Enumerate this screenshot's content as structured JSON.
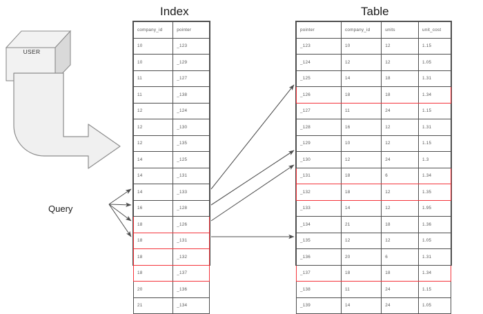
{
  "diagram": {
    "index_title": "Index",
    "table_title": "Table",
    "user_label": "USER",
    "query_label": "Query",
    "highlight_color": "#f4333a",
    "line_color": "#4d4d4d",
    "shape_fill": "#f0f0f0"
  },
  "index": {
    "columns": [
      "company_id",
      "pointer"
    ],
    "rows": [
      {
        "company_id": "10",
        "pointer": "_123",
        "highlight": false
      },
      {
        "company_id": "10",
        "pointer": "_129",
        "highlight": false
      },
      {
        "company_id": "11",
        "pointer": "_127",
        "highlight": false
      },
      {
        "company_id": "11",
        "pointer": "_138",
        "highlight": false
      },
      {
        "company_id": "12",
        "pointer": "_124",
        "highlight": false
      },
      {
        "company_id": "12",
        "pointer": "_130",
        "highlight": false
      },
      {
        "company_id": "12",
        "pointer": "_135",
        "highlight": false
      },
      {
        "company_id": "14",
        "pointer": "_125",
        "highlight": false
      },
      {
        "company_id": "14",
        "pointer": "_131",
        "highlight": false
      },
      {
        "company_id": "14",
        "pointer": "_133",
        "highlight": false
      },
      {
        "company_id": "16",
        "pointer": "_128",
        "highlight": false
      },
      {
        "company_id": "18",
        "pointer": "_126",
        "highlight": true
      },
      {
        "company_id": "18",
        "pointer": "_131",
        "highlight": true
      },
      {
        "company_id": "18",
        "pointer": "_132",
        "highlight": true
      },
      {
        "company_id": "18",
        "pointer": "_137",
        "highlight": true
      },
      {
        "company_id": "20",
        "pointer": "_136",
        "highlight": false
      },
      {
        "company_id": "21",
        "pointer": "_134",
        "highlight": false
      }
    ]
  },
  "table": {
    "columns": [
      "pointer",
      "company_id",
      "units",
      "unit_cost"
    ],
    "rows": [
      {
        "pointer": "_123",
        "company_id": "10",
        "units": "12",
        "unit_cost": "1.15",
        "highlight": false
      },
      {
        "pointer": "_124",
        "company_id": "12",
        "units": "12",
        "unit_cost": "1.05",
        "highlight": false
      },
      {
        "pointer": "_125",
        "company_id": "14",
        "units": "18",
        "unit_cost": "1.31",
        "highlight": false
      },
      {
        "pointer": "_126",
        "company_id": "18",
        "units": "18",
        "unit_cost": "1.34",
        "highlight": true
      },
      {
        "pointer": "_127",
        "company_id": "11",
        "units": "24",
        "unit_cost": "1.15",
        "highlight": false
      },
      {
        "pointer": "_128",
        "company_id": "16",
        "units": "12",
        "unit_cost": "1.31",
        "highlight": false
      },
      {
        "pointer": "_129",
        "company_id": "10",
        "units": "12",
        "unit_cost": "1.15",
        "highlight": false
      },
      {
        "pointer": "_130",
        "company_id": "12",
        "units": "24",
        "unit_cost": "1.3",
        "highlight": false
      },
      {
        "pointer": "_131",
        "company_id": "18",
        "units": "6",
        "unit_cost": "1.34",
        "highlight": true
      },
      {
        "pointer": "_132",
        "company_id": "18",
        "units": "12",
        "unit_cost": "1.35",
        "highlight": true
      },
      {
        "pointer": "_133",
        "company_id": "14",
        "units": "12",
        "unit_cost": "1.95",
        "highlight": false
      },
      {
        "pointer": "_134",
        "company_id": "21",
        "units": "18",
        "unit_cost": "1.36",
        "highlight": false
      },
      {
        "pointer": "_135",
        "company_id": "12",
        "units": "12",
        "unit_cost": "1.05",
        "highlight": false
      },
      {
        "pointer": "_136",
        "company_id": "20",
        "units": "6",
        "unit_cost": "1.31",
        "highlight": false
      },
      {
        "pointer": "_137",
        "company_id": "18",
        "units": "18",
        "unit_cost": "1.34",
        "highlight": true
      },
      {
        "pointer": "_138",
        "company_id": "11",
        "units": "24",
        "unit_cost": "1.15",
        "highlight": false
      },
      {
        "pointer": "_139",
        "company_id": "14",
        "units": "24",
        "unit_cost": "1.05",
        "highlight": false
      }
    ]
  }
}
